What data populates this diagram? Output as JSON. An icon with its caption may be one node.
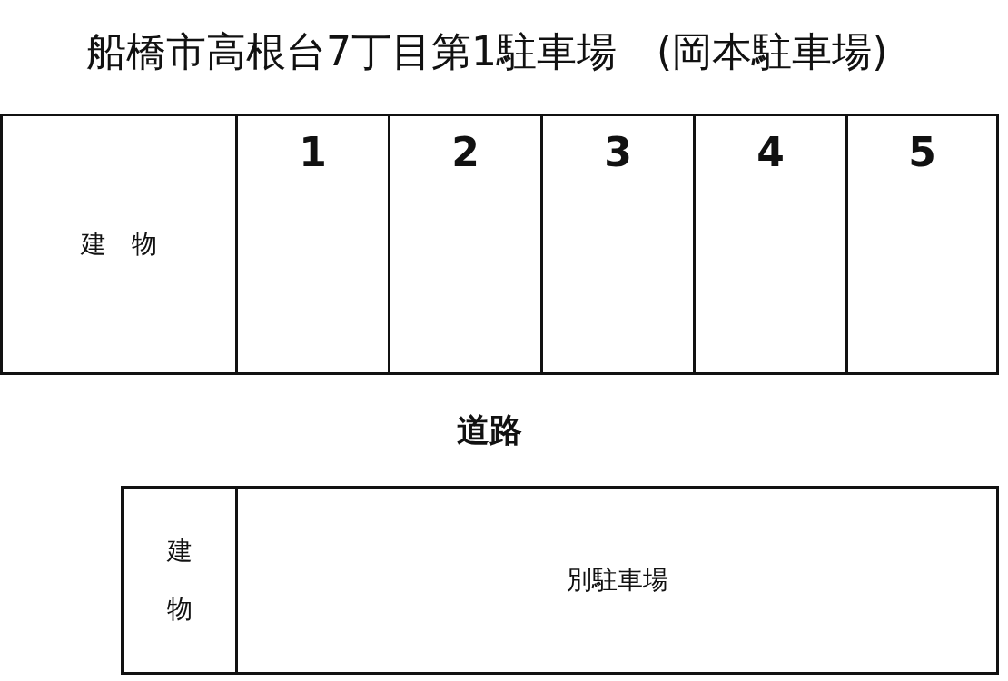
{
  "diagram": {
    "title": "船橋市高根台7丁目第1駐車場　(岡本駐車場)",
    "nodes": [
      {
        "text": [
          "建　物"
        ]
      },
      {
        "text": [
          "1"
        ]
      },
      {
        "text": [
          "2"
        ]
      },
      {
        "text": [
          "3"
        ]
      },
      {
        "text": [
          "4"
        ]
      },
      {
        "text": [
          "5"
        ]
      },
      {
        "text": [
          "建物"
        ]
      },
      {
        "text": [
          "別駐車場"
        ]
      }
    ],
    "edges": [],
    "labels": [
      "道路"
    ]
  }
}
